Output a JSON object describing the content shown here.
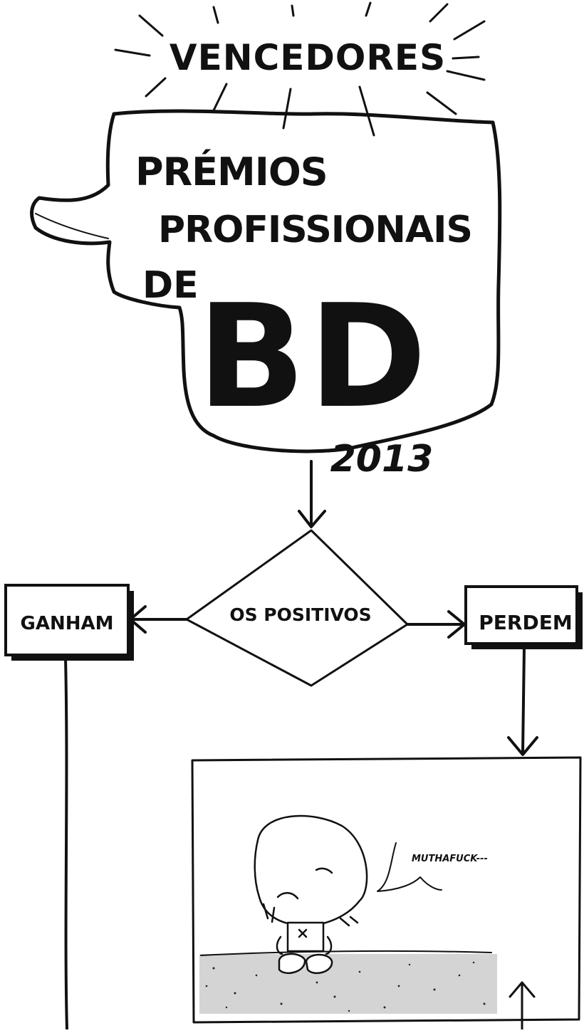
{
  "title_top": "VENCEDORES",
  "bubble": {
    "line1": "PRÉMIOS",
    "line2": "PROFISSIONAIS",
    "line3": "DE",
    "big": "BD",
    "year": "2013"
  },
  "decision": {
    "label": "OS POSITIVOS"
  },
  "left_box": {
    "label": "GANHAM"
  },
  "right_box": {
    "label": "PERDEM"
  },
  "panel": {
    "speech": "MUTHAFUCK---"
  },
  "colors": {
    "ink": "#111111",
    "paper": "#ffffff"
  }
}
